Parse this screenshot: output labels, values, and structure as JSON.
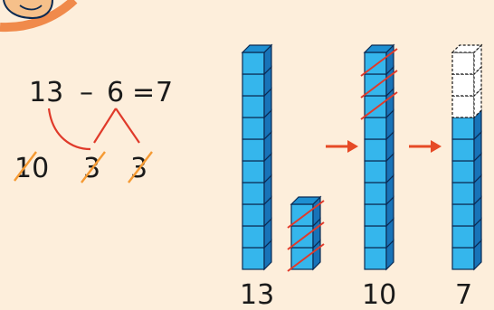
{
  "equation": {
    "minuend": "13",
    "operator": "–",
    "subtrahend": "6",
    "equals": "=",
    "result": "7"
  },
  "decomposition": {
    "minuend_parts": [
      "10",
      "3"
    ],
    "subtrahend_parts": [
      "3",
      "3"
    ]
  },
  "towers": [
    {
      "label": "13",
      "count": 10
    },
    {
      "label": "",
      "count": 3,
      "crossed": 3
    },
    {
      "label": "10",
      "count": 10,
      "crossed": 3
    },
    {
      "label": "7",
      "count": 10,
      "dashed": 3
    }
  ],
  "colors": {
    "background": "#fdeedb",
    "cube": "#35b6ec",
    "cube_top": "#1d8fd1",
    "cube_side": "#1873b8",
    "outline": "#0b2a52",
    "arrow": "#e64a26",
    "strike": "#e03a2a",
    "orange_slash": "#f59a33",
    "frame": "#f08a4b"
  },
  "arrows": 2
}
